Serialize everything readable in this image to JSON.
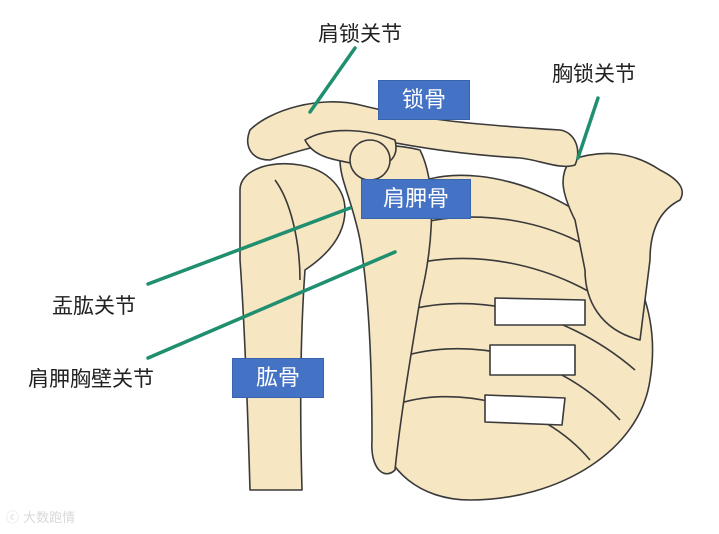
{
  "labels": {
    "acromioclavicular_joint": "肩锁关节",
    "sternoclavicular_joint": "胸锁关节",
    "glenohumeral_joint": "盂肱关节",
    "scapulothoracic_joint": "肩胛胸壁关节"
  },
  "tags": {
    "clavicle": "锁骨",
    "scapula": "肩胛骨",
    "humerus": "肱骨"
  },
  "watermark": "大数跑情",
  "colors": {
    "bone_fill": "#f6e6c2",
    "outline": "#3a3a3a",
    "pointer": "#1f8f6f",
    "tag_bg": "#4472c4"
  }
}
